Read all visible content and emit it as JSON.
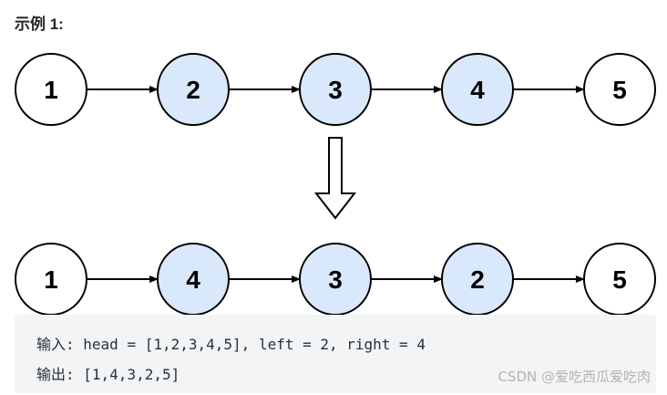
{
  "title": "示例 1:",
  "diagram": {
    "top_list": [
      "1",
      "2",
      "3",
      "4",
      "5"
    ],
    "bottom_list": [
      "1",
      "4",
      "3",
      "2",
      "5"
    ],
    "highlighted_positions": [
      1,
      2,
      3
    ],
    "colors": {
      "highlight_fill": "#dae8fc",
      "plain_fill": "#ffffff",
      "stroke": "#000000"
    }
  },
  "example": {
    "input_label": "输入:",
    "input_text": " head = [1,2,3,4,5], left = 2, right = 4",
    "output_label": "输出:",
    "output_text": " [1,4,3,2,5]"
  },
  "watermark": "CSDN @爱吃西瓜爱吃肉"
}
